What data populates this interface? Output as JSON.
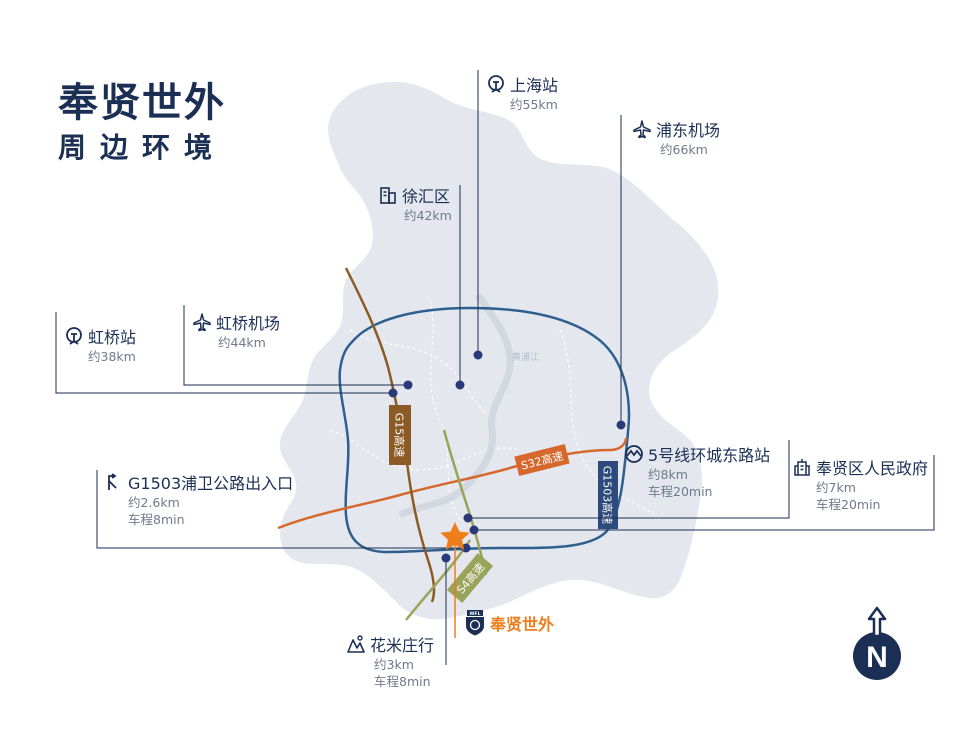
{
  "title": {
    "line1": "奉贤世外",
    "line2": "周边环境"
  },
  "colors": {
    "land": "#e4e7ee",
    "primary": "#1b2f55",
    "ring": "#2f5f8f",
    "g15": "#8c5a24",
    "s32": "#d6682c",
    "s4": "#9aa35a",
    "school": "#ee7d1b",
    "muted": "#6f7a8c"
  },
  "pois": {
    "shanghai_station": {
      "name": "上海站",
      "distance": "约55km",
      "icon": "train-station-icon"
    },
    "pudong_airport": {
      "name": "浦东机场",
      "distance": "约66km",
      "icon": "airplane-icon"
    },
    "xuhui": {
      "name": "徐汇区",
      "distance": "约42km",
      "icon": "building-icon"
    },
    "hongqiao_station": {
      "name": "虹桥站",
      "distance": "约38km",
      "icon": "train-station-icon"
    },
    "hongqiao_airport": {
      "name": "虹桥机场",
      "distance": "约44km",
      "icon": "airplane-icon"
    },
    "line5_station": {
      "name": "5号线环城东路站",
      "distance": "约8km",
      "drive": "车程20min",
      "icon": "metro-icon"
    },
    "fengxian_gov": {
      "name": "奉贤区人民政府",
      "distance": "约7km",
      "drive": "车程20min",
      "icon": "government-building-icon"
    },
    "g1503_exit": {
      "name": "G1503浦卫公路出入口",
      "distance": "约2.6km",
      "drive": "车程8min",
      "icon": "highway-exit-icon"
    },
    "huami": {
      "name": "花米庄行",
      "distance": "约3km",
      "drive": "车程8min",
      "icon": "flower-park-icon"
    },
    "school": {
      "name": "奉贤世外",
      "logo_text": "WFL",
      "icon": "school-shield-icon"
    }
  },
  "roads": {
    "g15": "G15高速",
    "s32": "S32高速",
    "g1503": "G1503高速",
    "s4": "S4高速"
  },
  "map_labels": {
    "river": "黄浦江"
  },
  "compass": {
    "letter": "N"
  }
}
